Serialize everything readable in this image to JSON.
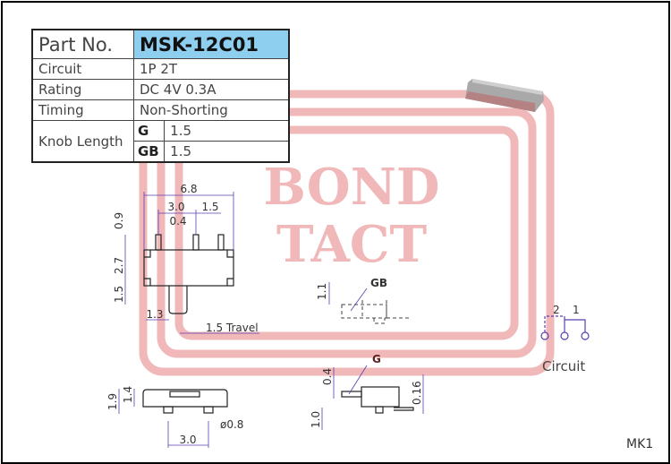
{
  "spec_table": {
    "part_no_label": "Part No.",
    "part_no": "MSK-12C01",
    "rows": [
      {
        "label": "Circuit",
        "value": "1P 2T"
      },
      {
        "label": "Rating",
        "value": "DC 4V 0.3A"
      },
      {
        "label": "Timing",
        "value": "Non-Shorting"
      }
    ],
    "knob_length": {
      "label": "Knob Length",
      "variants": [
        {
          "code": "G",
          "value": "1.5"
        },
        {
          "code": "GB",
          "value": "1.5"
        }
      ]
    }
  },
  "watermark": {
    "line1": "BOND",
    "line2": "TACT"
  },
  "top_view": {
    "dims": {
      "width": "6.8",
      "pitch": "3.0",
      "pitch2": "1.5",
      "pin_width": "0.4",
      "pin_height": "0.9",
      "body_height": "2.7",
      "knob_height": "1.5",
      "knob_offset": "1.3",
      "travel": "1.5 Travel"
    }
  },
  "gb_view": {
    "label": "GB",
    "dim": "1.1"
  },
  "front_view": {
    "dims": {
      "total_height": "1.9",
      "body_height": "1.4",
      "pin_pitch": "3.0",
      "pin_dia": "ø0.8"
    }
  },
  "g_view": {
    "label": "G",
    "dims": {
      "knob": "0.4",
      "standoff": "1.0",
      "terminal": "0.16"
    }
  },
  "circuit": {
    "label": "Circuit",
    "pin2": "2",
    "pin1": "1"
  },
  "footer_code": "MK1",
  "colors": {
    "accent": "#8ecff0",
    "watermark": "#f0b8b8",
    "dimension": "#5a3fb0"
  }
}
